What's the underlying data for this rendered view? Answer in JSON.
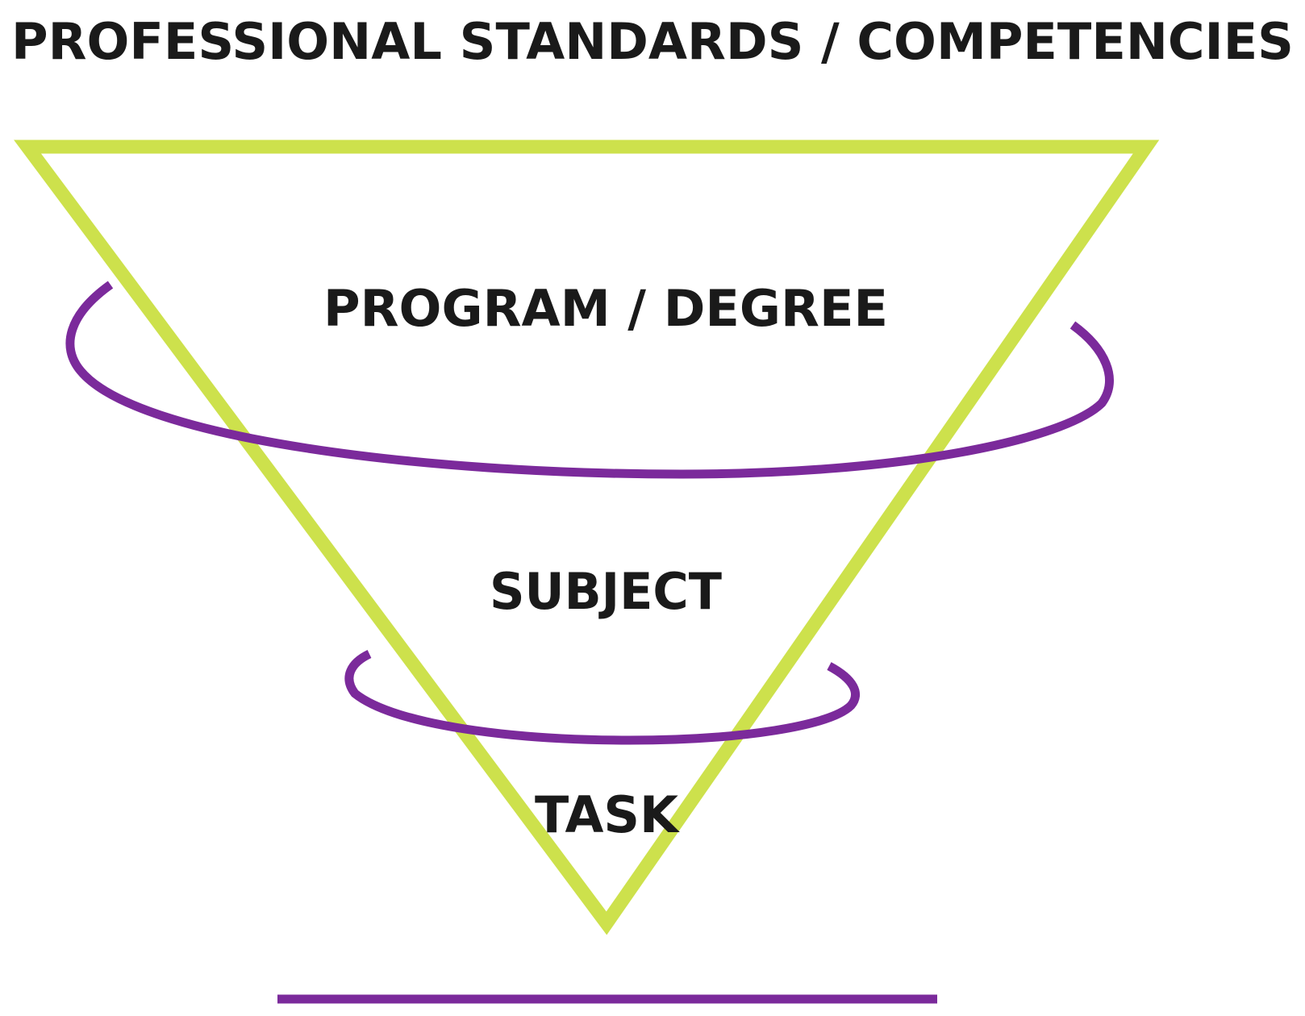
{
  "title": "PROFESSIONAL STANDARDS / COMPETENCIES",
  "levels": [
    {
      "label": "PROGRAM / DEGREE"
    },
    {
      "label": "SUBJECT"
    },
    {
      "label": "TASK"
    }
  ],
  "colors": {
    "funnel": "#cde14c",
    "rings": "#7b2a9b",
    "text": "#1a1a1a"
  }
}
